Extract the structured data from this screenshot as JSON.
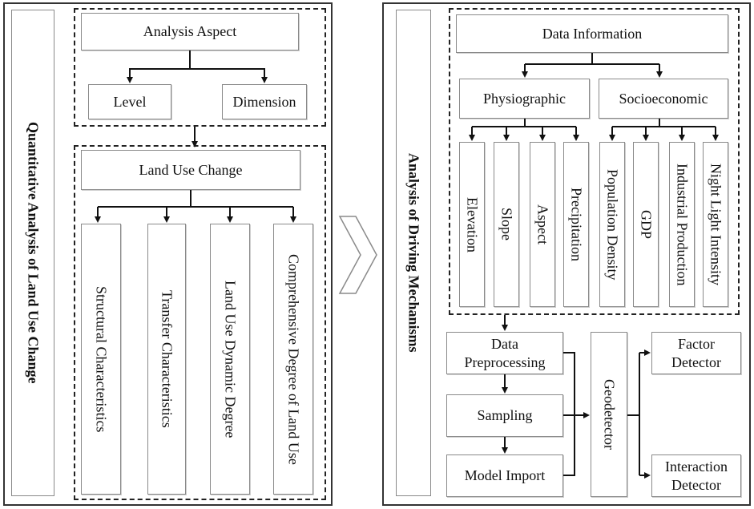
{
  "left_panel": {
    "title": "Quantitative Analysis of Land Use Change",
    "analysis_aspect": "Analysis Aspect",
    "level": "Level",
    "dimension": "Dimension",
    "land_use_change": "Land Use Change",
    "items": [
      "Structural Characteristics",
      "Transfer Characteristics",
      "Land Use Dynamic Degree",
      "Comprehensive Degree of Land Use"
    ]
  },
  "right_panel": {
    "title": "Analysis of Driving Mechanisms",
    "data_information": "Data Information",
    "physiographic": "Physiographic",
    "socioeconomic": "Socioeconomic",
    "physiographic_items": [
      "Elevation",
      "Slope",
      "Aspect",
      "Precipitation"
    ],
    "socioeconomic_items": [
      "Population Density",
      "GDP",
      "Industrial Production",
      "Night Light Intensity"
    ],
    "data_preprocessing": [
      "Data",
      "Preprocessing"
    ],
    "sampling": "Sampling",
    "model_import": "Model Import",
    "geodetector": "Geodetector",
    "factor_detector": [
      "Factor",
      "Detector"
    ],
    "interaction_detector": [
      "Interaction",
      "Detector"
    ]
  }
}
